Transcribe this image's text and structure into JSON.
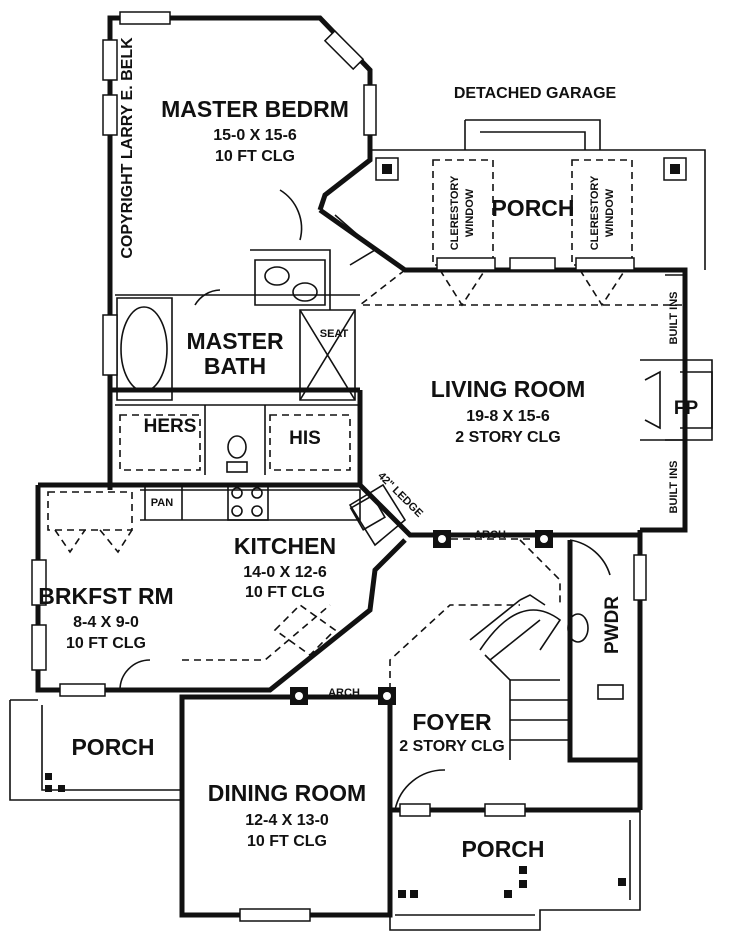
{
  "copyright": "COPYRIGHT LARRY E. BELK",
  "detached_garage": "DETACHED GARAGE",
  "rooms": {
    "master_bedroom": {
      "name": "MASTER BEDRM",
      "size": "15-0 X 15-6",
      "ceiling": "10 FT CLG"
    },
    "master_bath": {
      "name_line1": "MASTER",
      "name_line2": "BATH"
    },
    "hers": "HERS",
    "his": "HIS",
    "seat": "SEAT",
    "living_room": {
      "name": "LIVING ROOM",
      "size": "19-8 X 15-6",
      "ceiling": "2 STORY CLG"
    },
    "fireplace": "FP",
    "built_ins_top": "BUILT INS",
    "built_ins_bottom": "BUILT INS",
    "kitchen": {
      "name": "KITCHEN",
      "size": "14-0 X 12-6",
      "ceiling": "10 FT CLG"
    },
    "pantry": "PAN",
    "ledge": "42\" LEDGE",
    "breakfast_room": {
      "name": "BRKFST RM",
      "size": "8-4 X 9-0",
      "ceiling": "10 FT CLG"
    },
    "powder_room": "PWDR",
    "foyer": {
      "name": "FOYER",
      "ceiling": "2 STORY CLG"
    },
    "dining_room": {
      "name": "DINING ROOM",
      "size": "12-4 X 13-0",
      "ceiling": "10 FT CLG"
    },
    "rear_porch": "PORCH",
    "clerestory_left": {
      "line1": "CLERESTORY",
      "line2": "WINDOW"
    },
    "clerestory_right": {
      "line1": "CLERESTORY",
      "line2": "WINDOW"
    },
    "side_porch": "PORCH",
    "front_porch": "PORCH",
    "arch_upper": "ARCH",
    "arch_lower": "ARCH"
  }
}
